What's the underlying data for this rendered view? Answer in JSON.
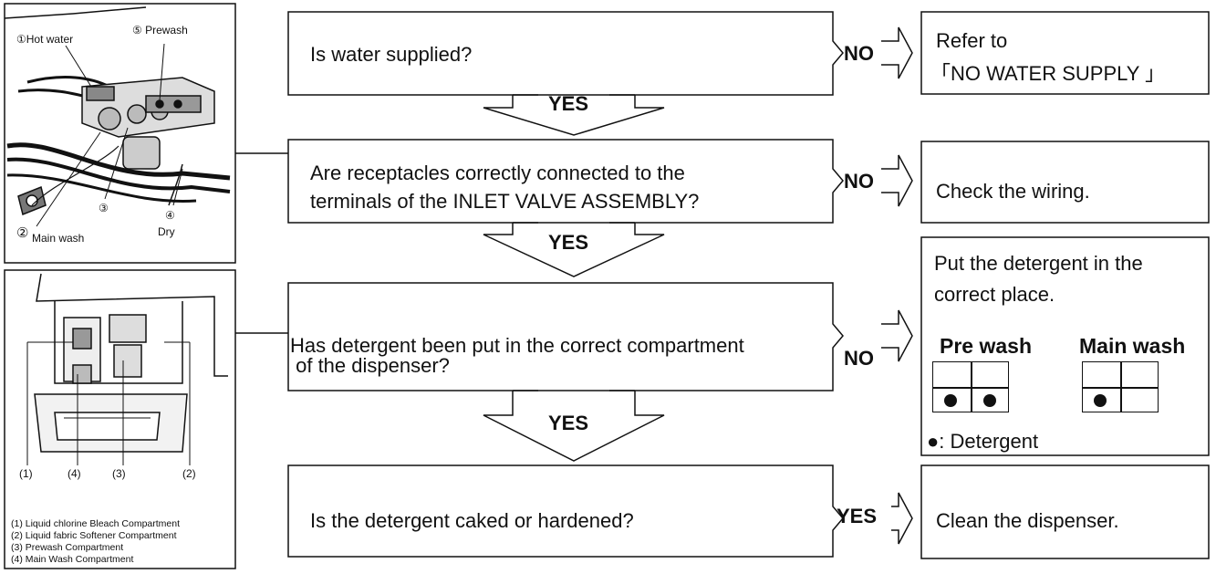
{
  "questions": [
    "Is water supplied?",
    "Are receptacles correctly connected to the",
    "terminals of the INLET VALVE ASSEMBLY?",
    "Has detergent been put in the correct compartment",
    " of the dispenser?",
    "Is the detergent caked or hardened?"
  ],
  "branch_labels": {
    "no": "NO",
    "yes": "YES"
  },
  "results": {
    "r1_line1": "Refer to",
    "r1_line2": "「NO WATER SUPPLY 」",
    "r2": "Check the wiring.",
    "r3_line1": "Put the detergent in the",
    "r3_line2": "correct place.",
    "prewash_label": "Pre wash",
    "mainwash_label": "Main wash",
    "legend": "●: Detergent",
    "r4": "Clean the dispenser."
  },
  "valve_image": {
    "hot_water": "①Hot water",
    "prewash": "⑤ Prewash",
    "num3": "③",
    "num4": "④",
    "main_wash_num": "②",
    "main_wash": "Main wash",
    "dry": "Dry"
  },
  "dispenser_image": {
    "callouts": [
      "(1)",
      "(4)",
      "(3)",
      "(2)"
    ],
    "captions": [
      "(1) Liquid chlorine Bleach Compartment",
      "(2) Liquid fabric Softener Compartment",
      "(3) Prewash Compartment",
      "(4) Main Wash Compartment"
    ]
  }
}
